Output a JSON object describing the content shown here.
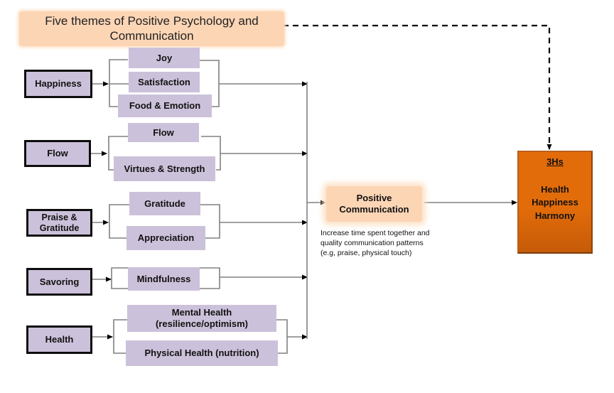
{
  "header": {
    "title": "Five  themes of Positive Psychology and Communication"
  },
  "themes": [
    {
      "label": "Happiness",
      "items": [
        "Joy",
        "Satisfaction",
        "Food & Emotion"
      ]
    },
    {
      "label": "Flow",
      "items": [
        "Flow",
        "Virtues & Strength"
      ]
    },
    {
      "label": "Praise & Gratitude",
      "items": [
        "Gratitude",
        "Appreciation"
      ]
    },
    {
      "label": "Savoring",
      "items": [
        "Mindfulness"
      ]
    },
    {
      "label": "Health",
      "items": [
        "Mental Health (resilience/optimism)",
        "Physical Health (nutrition)"
      ]
    }
  ],
  "positive_communication": {
    "label": "Positive Communication",
    "note_lines": [
      "Increase time spent together and",
      "quality communication patterns",
      "(e.g, praise, physical touch)"
    ]
  },
  "outcome": {
    "title": "3Hs",
    "lines": [
      "Health",
      "Happiness",
      "Harmony"
    ]
  },
  "colors": {
    "theme_fill": "#ccc1da",
    "header_fill": "#fcd5b5",
    "outcome_fill": "#e36c0a",
    "line": "#7f7f7f"
  }
}
